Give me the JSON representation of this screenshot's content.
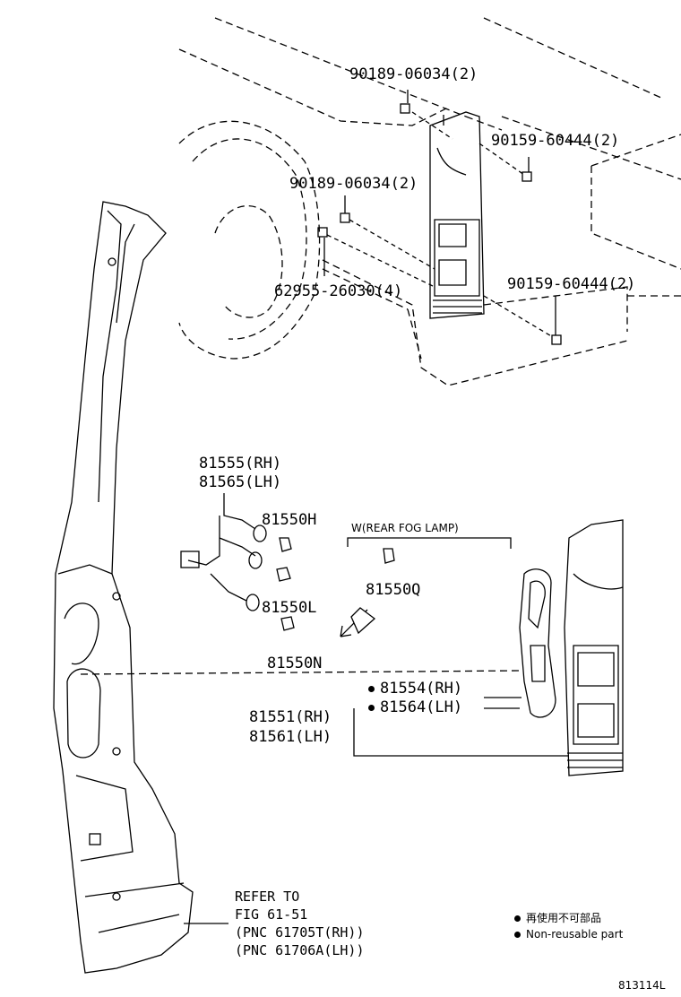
{
  "labels": {
    "p90189_top": "90189-06034(2)",
    "p90159_top": "90159-60444(2)",
    "p90189_mid": "90189-06034(2)",
    "p62955": "62955-26030(4)",
    "p90159_mid": "90159-60444(2)",
    "p81555": "81555(RH)",
    "p81565": "81565(LH)",
    "p81550H": "81550H",
    "p81550L": "81550L",
    "p81550N": "81550N",
    "fog_caption": "W(REAR FOG LAMP)",
    "p81550Q": "81550Q",
    "p81554": "81554(RH)",
    "p81564": "81564(LH)",
    "p81551": "81551(RH)",
    "p81561": "81561(LH)"
  },
  "refer": {
    "line1": "REFER TO",
    "line2": "FIG 61-51",
    "line3": "(PNC 61705T(RH))",
    "line4": "(PNC 61706A(LH))"
  },
  "legend": {
    "jp": "再使用不可部品",
    "en": "Non-reusable part"
  },
  "figure_id": "813114L"
}
